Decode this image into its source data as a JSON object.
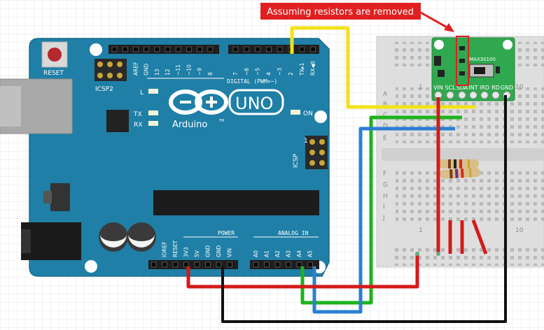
{
  "annotation": {
    "text": "Assuming resistors are removed",
    "color": "#e02020"
  },
  "arduino": {
    "board_color": "#1f7fa6",
    "reset_label": "RESET",
    "icsp2_label": "ICSP2",
    "icsp_label": "ICSP",
    "icsp_num": "1",
    "brand_text": "Arduino",
    "tm": "TM",
    "model_text": "UNO",
    "led_labels": [
      "L",
      "TX",
      "RX"
    ],
    "on_label": "ON",
    "digital_label": "DIGITAL (PWM=~)",
    "power_label": "POWER",
    "analog_label": "ANALOG IN",
    "digital_pins": [
      "AREF",
      "GND",
      "13",
      "12",
      "~11",
      "~10",
      "~9",
      "8",
      "7",
      "~6",
      "~5",
      "4",
      "~3",
      "2",
      "TX▸1",
      "RX◀0"
    ],
    "power_pins": [
      "IOREF",
      "RESET",
      "3V3",
      "5V",
      "GND",
      "GND",
      "VIN"
    ],
    "analog_pins": [
      "A0",
      "A1",
      "A2",
      "A3",
      "A4",
      "A5"
    ]
  },
  "sensor": {
    "chip_label": "MAX30100",
    "pins": [
      "VIN",
      "SCL",
      "SDA",
      "INT",
      "IRD",
      "RD",
      "GND"
    ],
    "color": "#2fa84f"
  },
  "breadboard": {
    "row_labels": [
      "A",
      "B",
      "C",
      "D",
      "E",
      "F",
      "G",
      "H",
      "I",
      "J"
    ],
    "col_numbers": [
      "1",
      "10"
    ]
  },
  "wires": {
    "yellow": "#f2e21b",
    "green": "#1db31d",
    "blue": "#2a7fd4",
    "red": "#d41a1a",
    "black": "#111111"
  }
}
